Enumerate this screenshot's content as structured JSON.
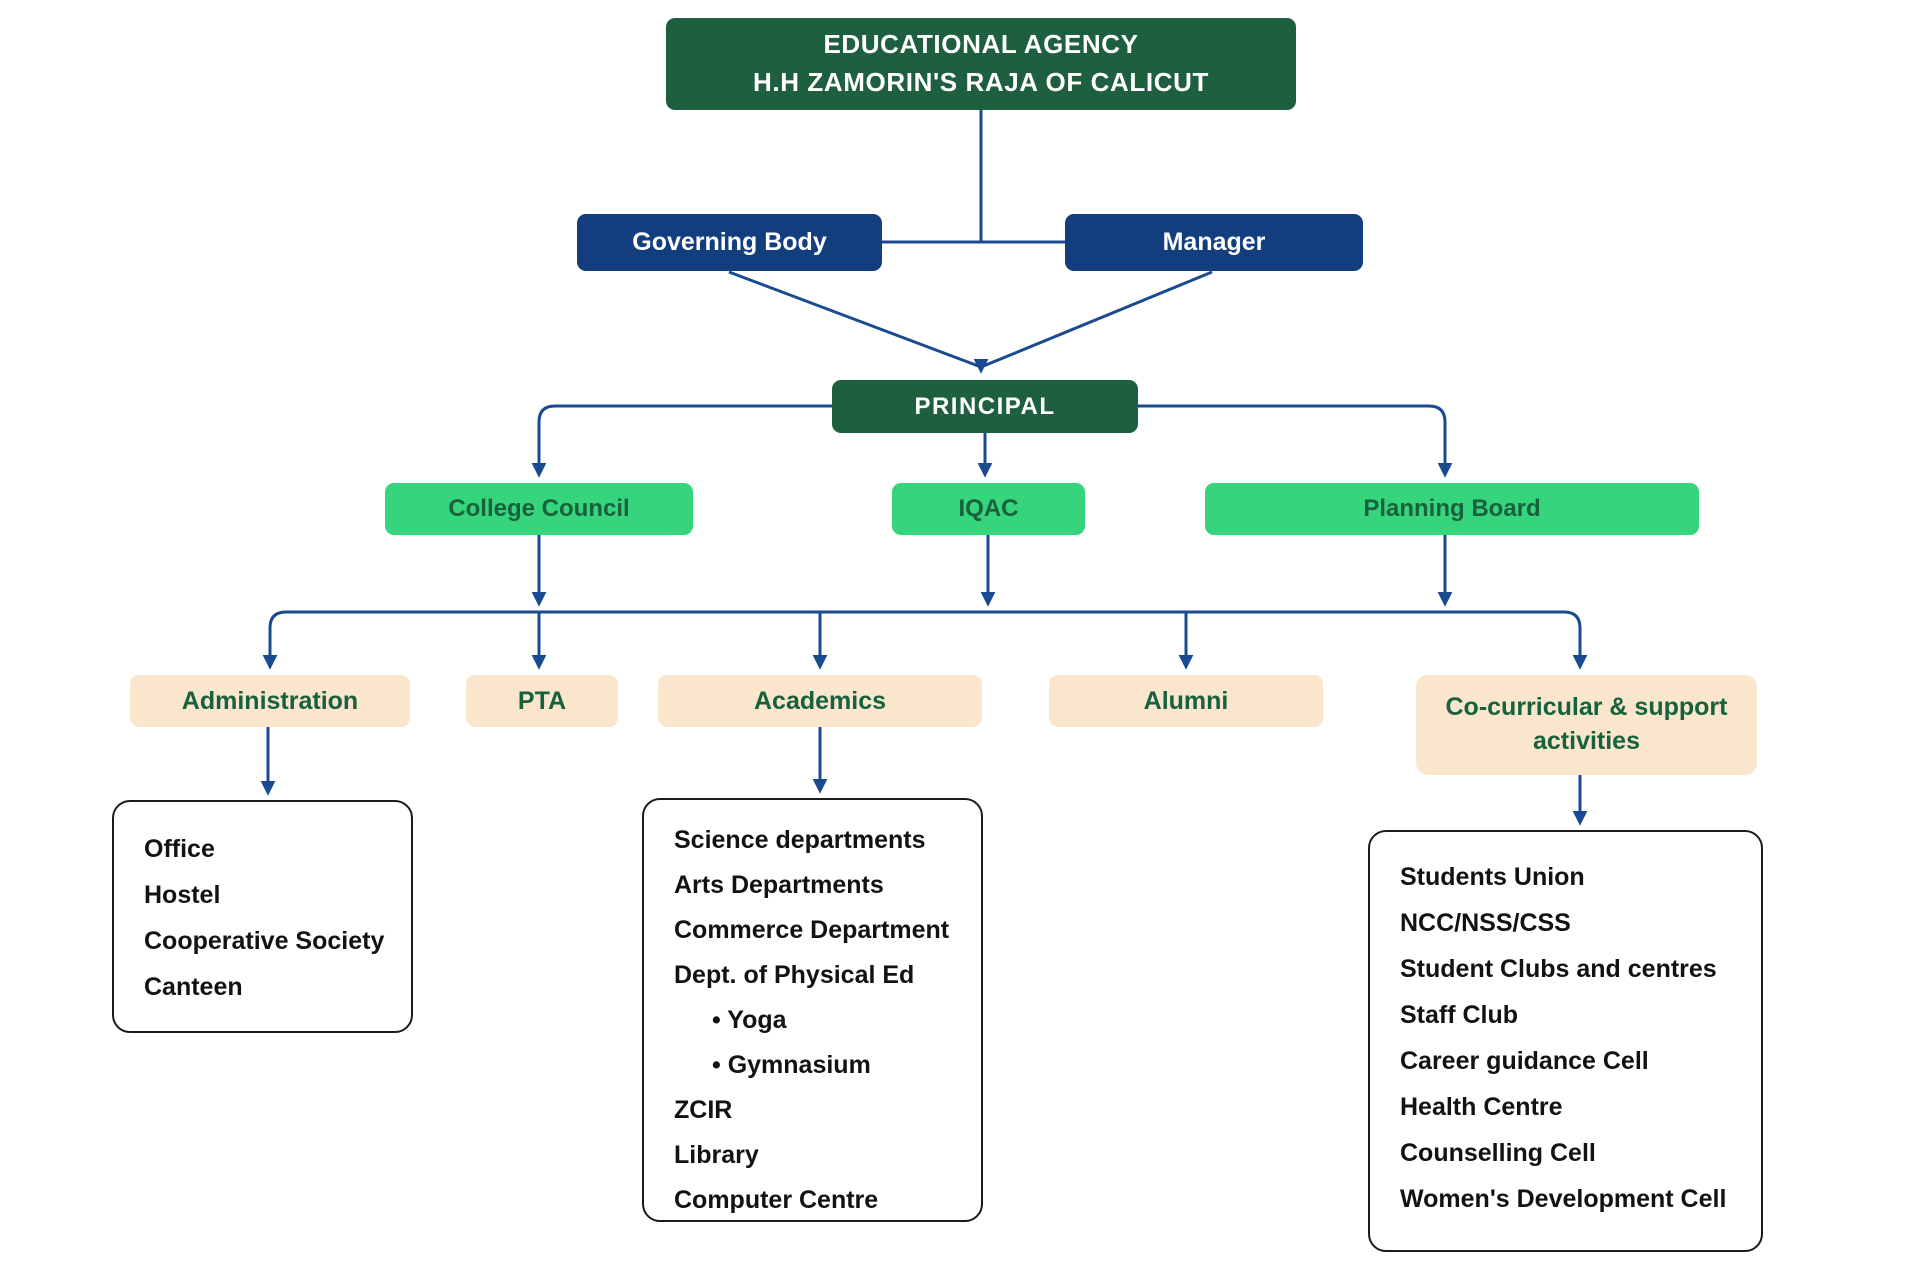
{
  "diagram": {
    "title_box": {
      "line1": "EDUCATIONAL AGENCY",
      "line2": "H.H ZAMORIN'S RAJA OF CALICUT"
    },
    "level2": {
      "governing_body": "Governing Body",
      "manager": "Manager"
    },
    "principal": "PRINCIPAL",
    "level4": {
      "college_council": "College Council",
      "iqac": "IQAC",
      "planning_board": "Planning Board"
    },
    "level5": {
      "administration": "Administration",
      "pta": "PTA",
      "academics": "Academics",
      "alumni": "Alumni",
      "cocurricular": "Co-curricular & support activities"
    },
    "lists": {
      "administration": [
        "Office",
        "Hostel",
        "Cooperative Society",
        "Canteen"
      ],
      "academics": [
        "Science departments",
        "Arts Departments",
        "Commerce Department",
        "Dept. of Physical Ed",
        "• Yoga",
        "• Gymnasium",
        "ZCIR",
        "Library",
        "Computer Centre"
      ],
      "cocurricular": [
        "Students Union",
        "NCC/NSS/CSS",
        "Student Clubs and centres",
        "Staff Club",
        "Career guidance Cell",
        "Health Centre",
        "Counselling Cell",
        "Women's Development Cell"
      ]
    }
  },
  "colors": {
    "dark-green": "#1E5F3F",
    "navy": "#133E7D",
    "light-green": "#35D47D",
    "peach": "#FAE6CD",
    "text-green": "#17613C",
    "line": "#1A4A8F"
  }
}
